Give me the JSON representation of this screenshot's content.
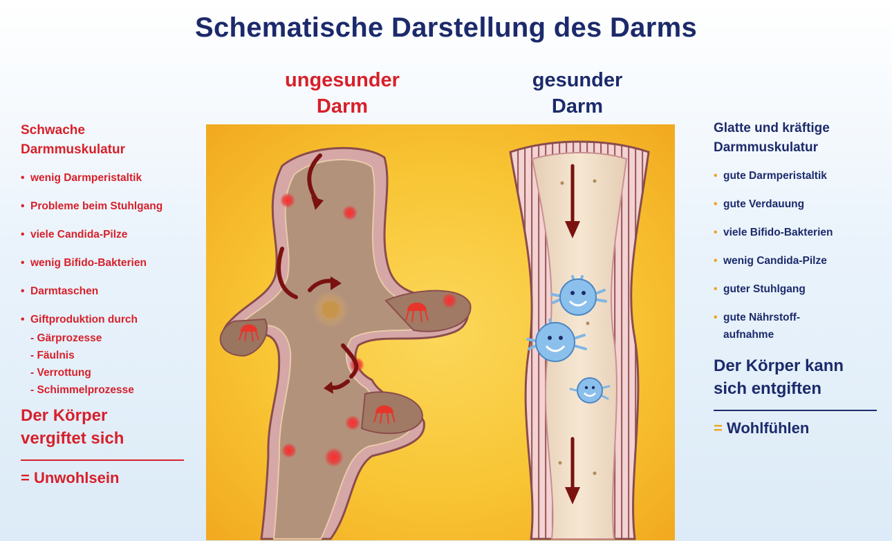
{
  "title": "Schematische Darstellung des Darms",
  "unhealthy": {
    "head_line1": "ungesunder",
    "head_line2": "Darm",
    "heading_line1": "Schwache",
    "heading_line2": "Darmmuskulatur",
    "items": [
      "wenig Darmperistaltik",
      "Probleme beim Stuhlgang",
      "viele Candida-Pilze",
      "wenig Bifido-Bakterien",
      "Darmtaschen",
      "Giftproduktion durch"
    ],
    "sub_items": [
      "- Gärprozesse",
      "- Fäulnis",
      "- Verrottung",
      "- Schimmelprozesse"
    ],
    "result_line1": "Der Körper",
    "result_line2": "vergiftet sich",
    "outcome_symbol": "=",
    "outcome": "Unwohlsein"
  },
  "healthy": {
    "head_line1": "gesunder",
    "head_line2": "Darm",
    "heading_line1": "Glatte und kräftige",
    "heading_line2": "Darmmuskulatur",
    "items": [
      "gute Darmperistaltik",
      "gute Verdauung",
      "viele Bifido-Bakterien",
      "wenig Candida-Pilze",
      "guter Stuhlgang",
      "gute Nährstoff-aufnahme"
    ],
    "result_line1": "Der Körper kann",
    "result_line2": "sich entgiften",
    "outcome_symbol": "=",
    "outcome": "Wohlfühlen"
  },
  "colors": {
    "title": "#1c2a6b",
    "unhealthy": "#d7202a",
    "healthy": "#1c2a6b",
    "bullet_healthy": "#f0a21f",
    "panel": "#f8c534",
    "gut_wall": "#c98f8f",
    "gut_lumen": "#b3927c",
    "arrow": "#7a1210",
    "bacteria": "#7fb6e6"
  },
  "icons": {
    "candida": "jellyfish-fungus-icon",
    "bifido": "smiling-bacterium-icon",
    "toxin": "sunburst-toxin-icon"
  }
}
